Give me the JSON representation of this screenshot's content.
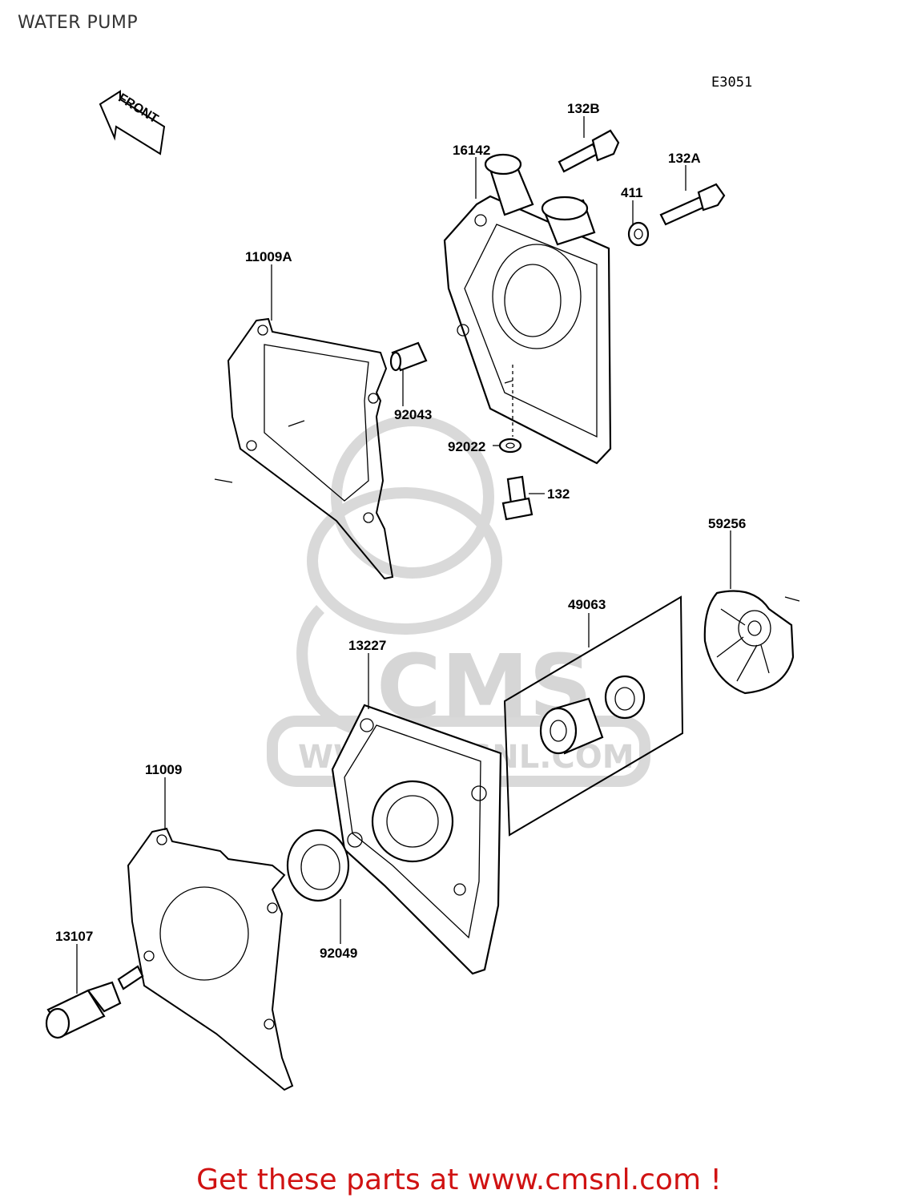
{
  "title": "WATER PUMP",
  "ref_code": "E3051",
  "front_label": "FRONT",
  "watermark": {
    "brand": "CMS",
    "site": "WWW.CMSNL.COM"
  },
  "parts": {
    "p132B": "132B",
    "p16142": "16142",
    "p132A": "132A",
    "p411": "411",
    "p11009A": "11009A",
    "p92043": "92043",
    "p92022": "92022",
    "p132": "132",
    "p59256": "59256",
    "p49063": "49063",
    "p13227": "13227",
    "p11009": "11009",
    "p13107": "13107",
    "p92049": "92049"
  },
  "footer": "Get these parts at www.cmsnl.com !",
  "colors": {
    "footer": "#d01212",
    "line": "#000000",
    "watermark": "#d9d9d9"
  }
}
